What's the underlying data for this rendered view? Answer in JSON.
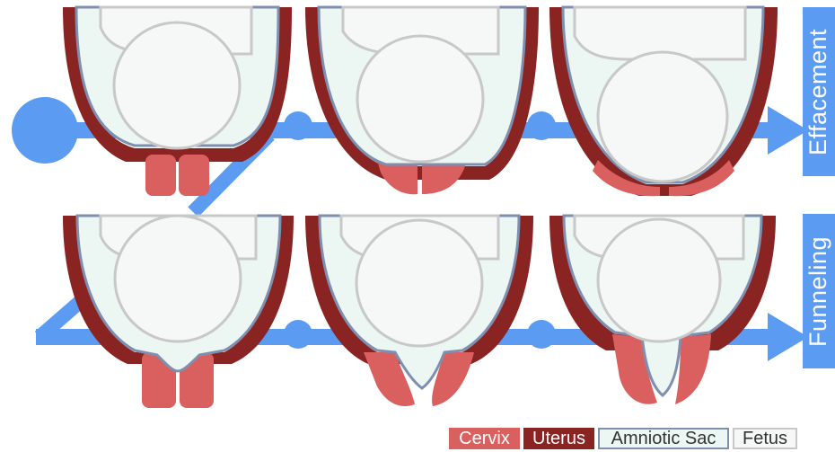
{
  "labels": {
    "effacement": "Effacement",
    "funneling": "Funneling"
  },
  "legend": {
    "cervix": "Cervix",
    "uterus": "Uterus",
    "amniotic_sac": "Amniotic Sac",
    "fetus": "Fetus"
  },
  "colors": {
    "arrow": "#5b9cf2",
    "cervix": "#d9605e",
    "uterus": "#8a2423",
    "amniotic_sac_fill": "#ecf6f3",
    "amniotic_sac_stroke": "#7f8fb0",
    "fetus_fill": "#f6f8f8",
    "fetus_stroke": "#c8c8c8"
  },
  "icons": [
    "arrow-icon",
    "uterus-icon",
    "cervix-icon",
    "fetus-icon"
  ]
}
